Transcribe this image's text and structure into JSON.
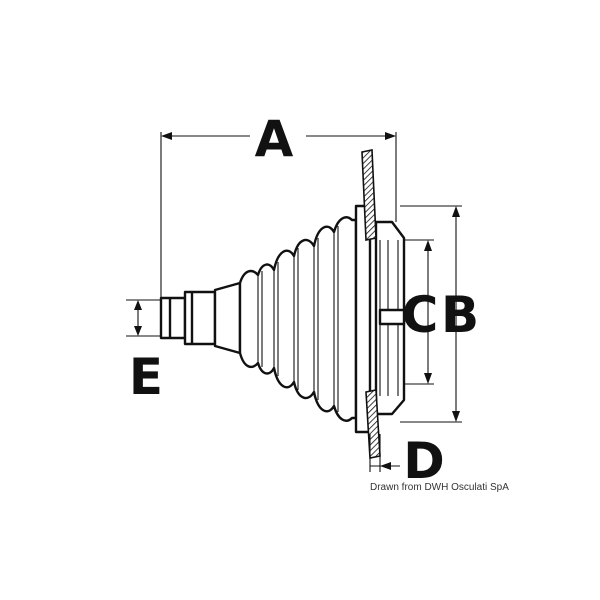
{
  "diagram": {
    "labels": {
      "a": "A",
      "b": "B",
      "c": "C",
      "d": "D",
      "e": "E"
    },
    "credit": "Drawn from DWH Osculati SpA"
  },
  "colors": {
    "ink": "#111111",
    "background": "#ffffff"
  }
}
